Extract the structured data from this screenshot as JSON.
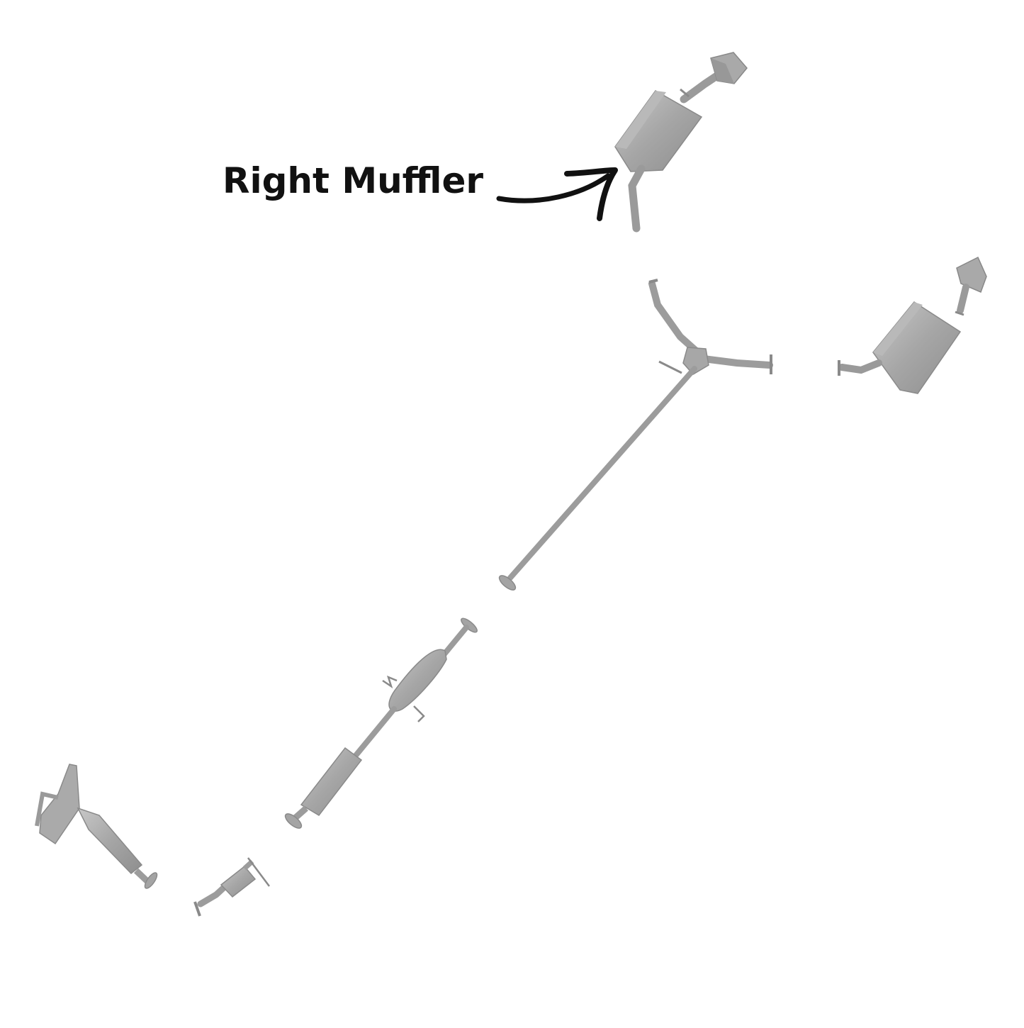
{
  "callout": {
    "label": "Right Muffler"
  },
  "colors": {
    "pipe": "#9c9c9c",
    "pipe_dark": "#7a7a7a",
    "body": "#a8a8a8",
    "body_light": "#c4c4c4",
    "arrow": "#111111"
  },
  "parts": [
    {
      "id": "right-muffler",
      "highlighted": true
    },
    {
      "id": "left-muffler",
      "highlighted": false
    },
    {
      "id": "y-pipe",
      "highlighted": false
    },
    {
      "id": "resonator-cat-pipe",
      "highlighted": false
    },
    {
      "id": "exhaust-manifold",
      "highlighted": false
    },
    {
      "id": "flex-pipe",
      "highlighted": false
    }
  ]
}
